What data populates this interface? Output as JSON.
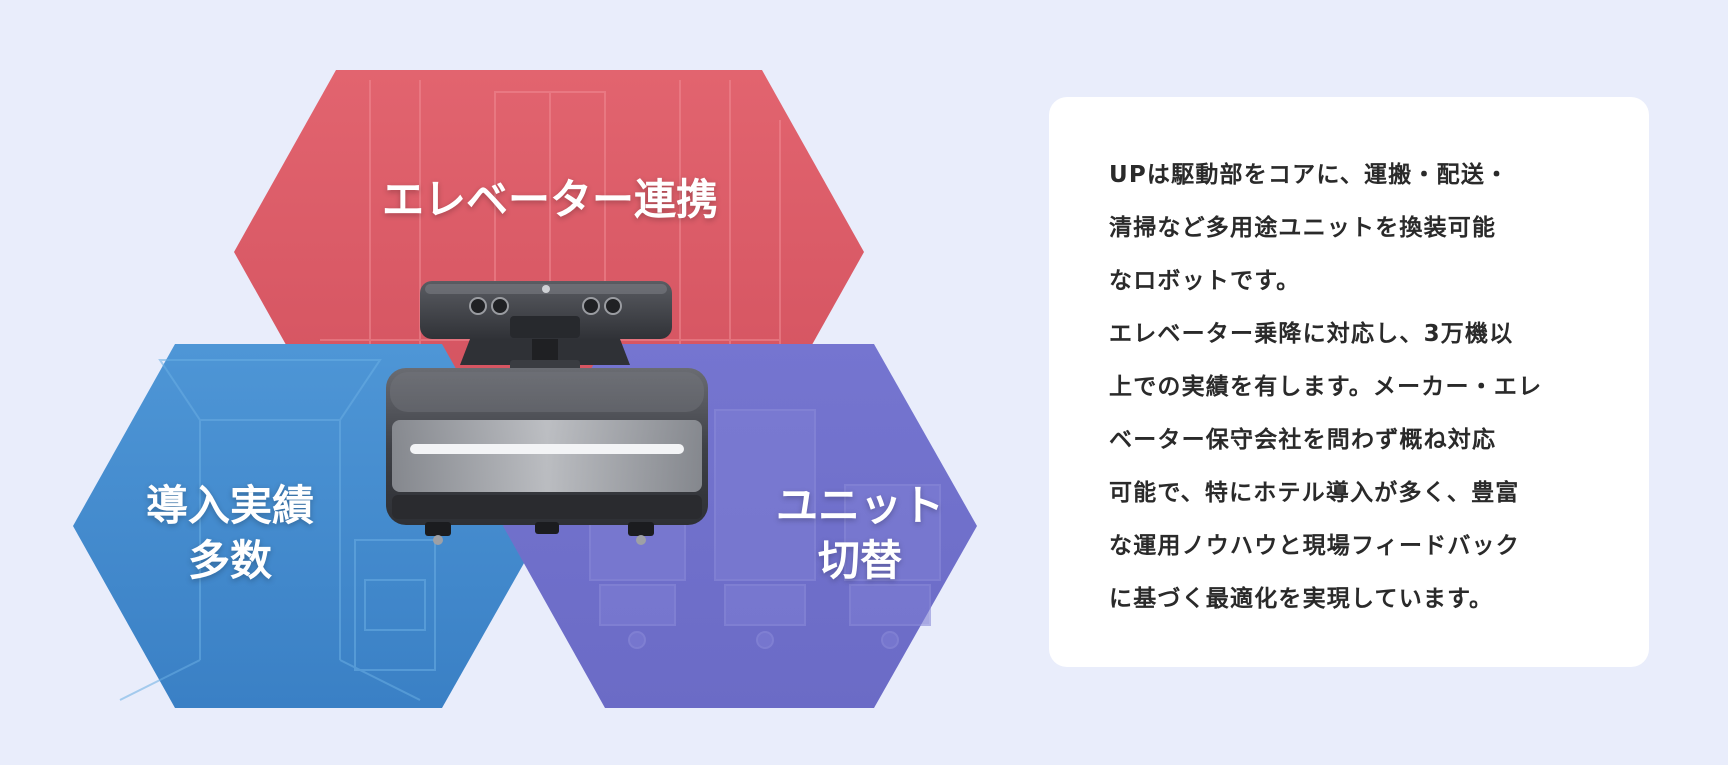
{
  "hexagons": {
    "elevator": {
      "label_lines": [
        "エレベーター連携"
      ],
      "color": "#df6470"
    },
    "intro": {
      "label_lines": [
        "導入実績",
        "多数"
      ],
      "color": "#3e86c9"
    },
    "unit": {
      "label_lines": [
        "ユニット",
        "切替"
      ],
      "color": "#6f6ec9"
    }
  },
  "robot": {
    "icon": "delivery-robot-icon"
  },
  "description": {
    "paragraph1": [
      "UPは駆動部をコアに、運搬・配送・",
      "清掃など多用途ユニットを換装可能",
      "なロボットです。"
    ],
    "paragraph2": [
      "エレベーター乗降に対応し、3万機以",
      "上での実績を有します。メーカー・エレ",
      "ベーター保守会社を問わず概ね対応",
      "可能で、特にホテル導入が多く、豊富",
      "な運用ノウハウと現場フィードバック",
      "に基づく最適化を実現しています。"
    ]
  }
}
